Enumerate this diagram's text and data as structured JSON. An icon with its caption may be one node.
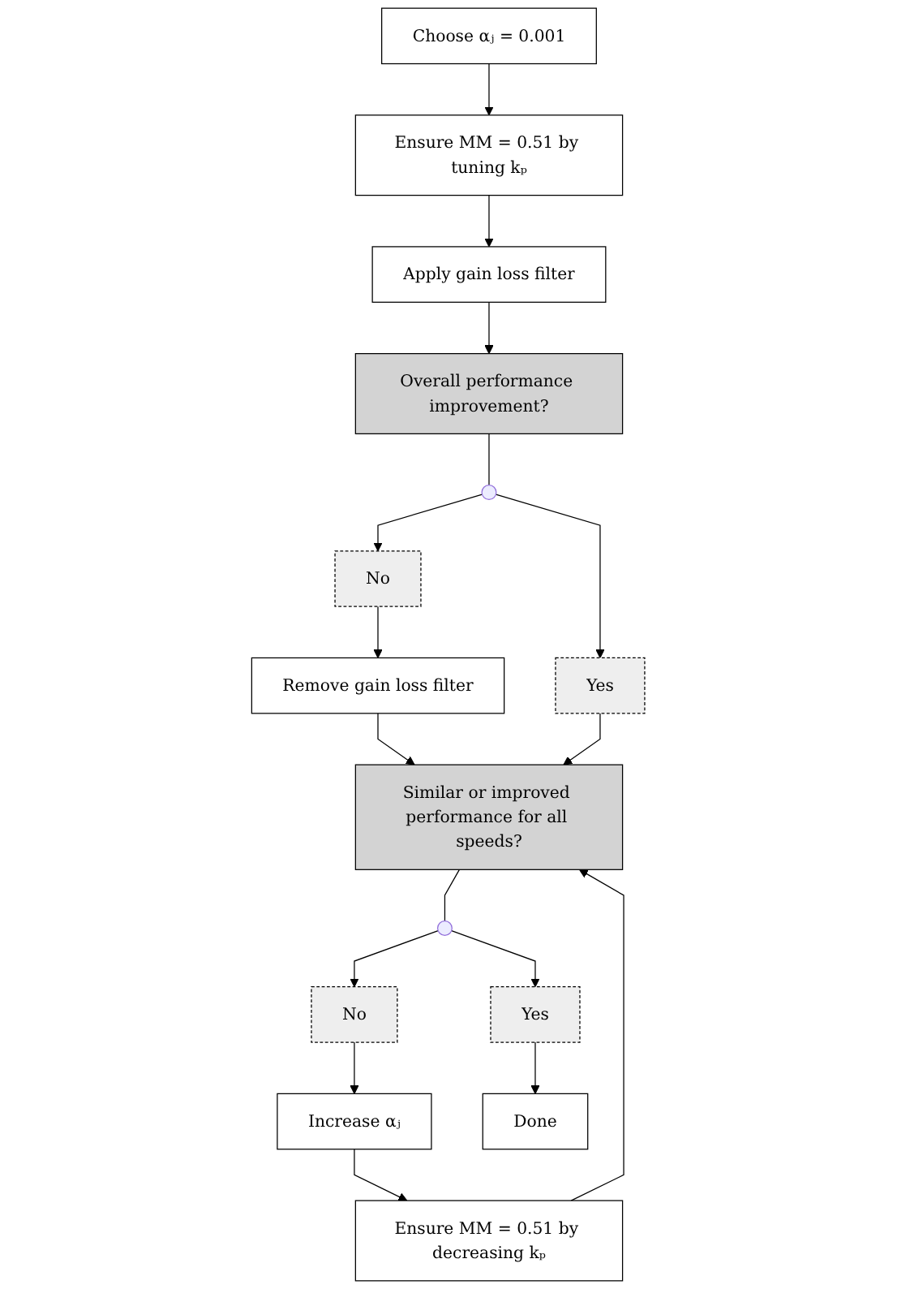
{
  "diagram": {
    "nodes": [
      {
        "text": [
          "Choose αⱼ = 0.001"
        ]
      },
      {
        "text": [
          "Ensure MM = 0.51 by tuning kₚ"
        ]
      },
      {
        "text": [
          "Apply gain loss filter"
        ]
      },
      {
        "text": [
          "Overall performance improvement?"
        ]
      },
      {
        "text": [
          "No"
        ]
      },
      {
        "text": [
          "Yes"
        ]
      },
      {
        "text": [],
        "shape": "circle"
      },
      {
        "text": [
          "Remove gain loss filter"
        ]
      },
      {
        "text": [
          "Similar or improved performance for all speeds?"
        ]
      },
      {
        "text": [
          "No"
        ]
      },
      {
        "text": [
          "Yes"
        ]
      },
      {
        "text": [],
        "shape": "circle"
      },
      {
        "text": [
          "Increase αⱼ"
        ]
      },
      {
        "text": [
          "Ensure MM = 0.51 by decreasing kₚ"
        ]
      },
      {
        "text": [
          "Done"
        ]
      }
    ],
    "edges": [
      {
        "from": 0,
        "to": 1,
        "arrow": "to"
      },
      {
        "from": 1,
        "to": 2,
        "arrow": "to"
      },
      {
        "from": 2,
        "to": 3,
        "arrow": "to"
      },
      {
        "from": 3,
        "to": 6,
        "arrow": "none"
      },
      {
        "from": 6,
        "to": 4,
        "arrow": "to"
      },
      {
        "from": 6,
        "to": 5,
        "arrow": "to"
      },
      {
        "from": 4,
        "to": 7,
        "arrow": "to"
      },
      {
        "from": 7,
        "to": 8,
        "arrow": "to"
      },
      {
        "from": 5,
        "to": 8,
        "arrow": "to"
      },
      {
        "from": 8,
        "to": 11,
        "arrow": "none"
      },
      {
        "from": 11,
        "to": 9,
        "arrow": "to"
      },
      {
        "from": 11,
        "to": 10,
        "arrow": "to"
      },
      {
        "from": 9,
        "to": 12,
        "arrow": "to"
      },
      {
        "from": 12,
        "to": 13,
        "arrow": "to"
      },
      {
        "from": 13,
        "to": 8,
        "arrow": "to"
      },
      {
        "from": 10,
        "to": 14,
        "arrow": "to"
      }
    ]
  }
}
